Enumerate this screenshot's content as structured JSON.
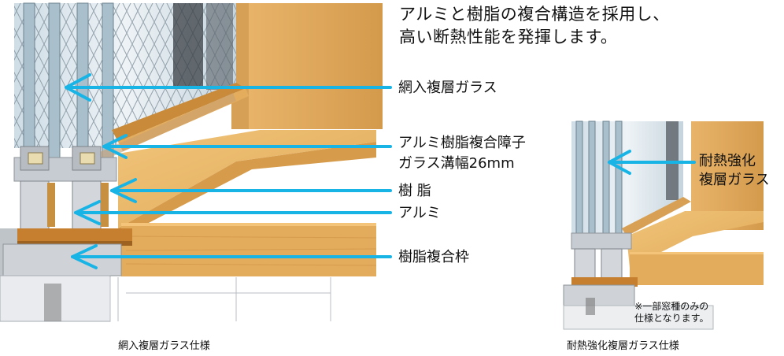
{
  "headline": {
    "line1": "アルミと樹脂の複合構造を採用し、",
    "line2": "高い断熱性能を発揮します。"
  },
  "left_illustration": {
    "labels": [
      "網入複層ガラス",
      "アルミ樹脂複合障子",
      "ガラス溝幅26mm",
      "樹 脂",
      "アルミ",
      "樹脂複合枠"
    ],
    "caption": "網入複層ガラス仕様"
  },
  "right_illustration": {
    "label_line1": "耐熱強化",
    "label_line2": "複層ガラス",
    "note_line1": "※一部窓種のみの",
    "note_line2": "仕様となります。",
    "caption": "耐熱強化複層ガラス仕様"
  },
  "colors": {
    "arrow": "#18b4e6",
    "wood_light": "#e6b060",
    "wood_dark": "#c98c3e",
    "aluminum": "#c9ced3",
    "glass": "#b9cbd6"
  }
}
